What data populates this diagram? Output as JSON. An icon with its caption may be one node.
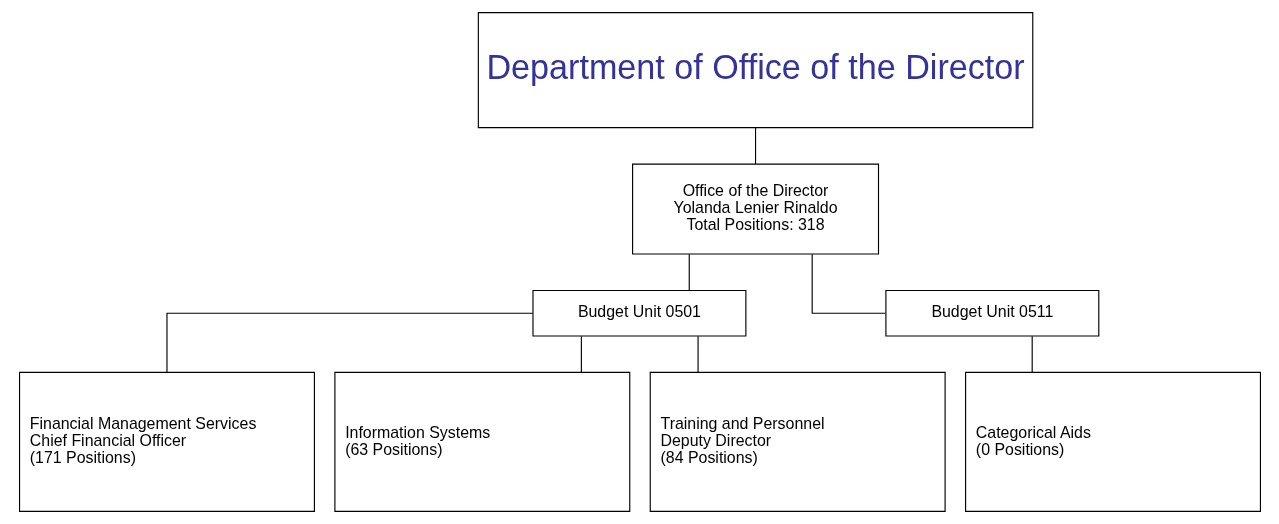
{
  "diagram": {
    "nodes": [
      {
        "text": [
          "Department of Office of the Director"
        ]
      },
      {
        "text": [
          "Office of the Director",
          "Yolanda Lenier Rinaldo",
          "Total Positions: 318"
        ]
      },
      {
        "text": [
          "Budget Unit 0501"
        ]
      },
      {
        "text": [
          "Budget Unit 0511"
        ]
      },
      {
        "text": [
          "Financial Management Services",
          "Chief Financial Officer",
          "(171 Positions)"
        ]
      },
      {
        "text": [
          "Information Systems",
          "(63 Positions)"
        ]
      },
      {
        "text": [
          "Training and Personnel",
          "Deputy Director",
          "(84 Positions)"
        ]
      },
      {
        "text": [
          "Categorical Aids",
          "(0 Positions)"
        ]
      }
    ],
    "edges": [
      {
        "from": 0,
        "to": 1,
        "arrow": "none"
      },
      {
        "from": 1,
        "to": 2,
        "arrow": "none"
      },
      {
        "from": 1,
        "to": 3,
        "arrow": "none"
      },
      {
        "from": 2,
        "to": 4,
        "arrow": "none"
      },
      {
        "from": 2,
        "to": 5,
        "arrow": "none"
      },
      {
        "from": 2,
        "to": 6,
        "arrow": "none"
      },
      {
        "from": 3,
        "to": 7,
        "arrow": "none"
      }
    ]
  }
}
